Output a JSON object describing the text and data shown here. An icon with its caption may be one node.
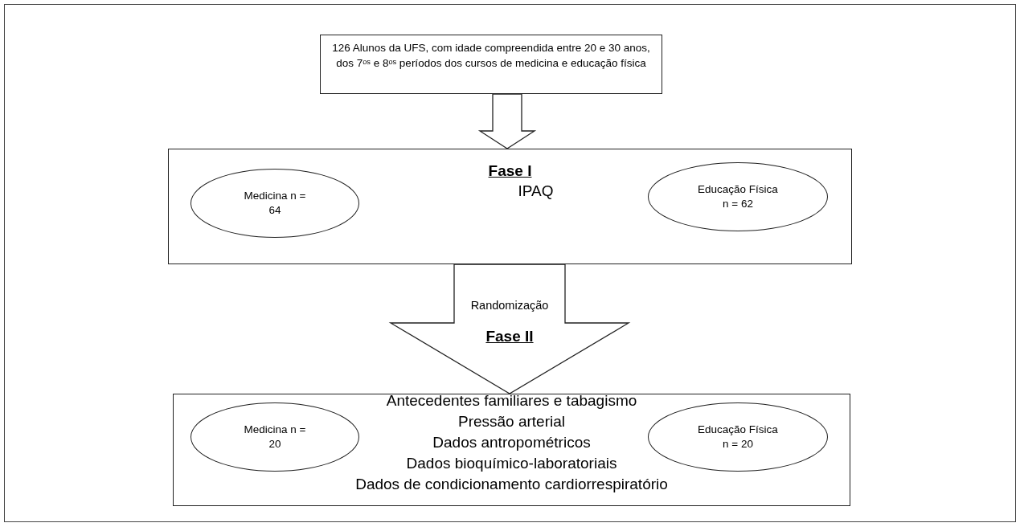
{
  "diagram": {
    "nodes": [
      {
        "text": [
          "126 Alunos da UFS, com idade compreendida entre 20 e 30 anos, dos 7ᵒˢ e 8ᵒˢ períodos dos cursos de medicina e educação física"
        ]
      },
      {
        "text": [
          "Fase I",
          "IPAQ"
        ]
      },
      {
        "text": [
          "Medicina n = 64"
        ],
        "in": 1
      },
      {
        "text": [
          "Educação Física n = 62"
        ],
        "in": 1
      },
      {
        "text": [
          "Antecedentes familiares e tabagismo",
          "Pressão arterial",
          "Dados antropométricos",
          "Dados bioquímico-laboratoriais",
          "Dados de condicionamento cardiorrespiratório"
        ]
      },
      {
        "text": [
          "Medicina n = 20"
        ],
        "in": 4
      },
      {
        "text": [
          "Educação Física n = 20"
        ],
        "in": 4
      }
    ],
    "edges": [
      {
        "from": 0,
        "to": 1,
        "arrow": "to",
        "style": "thick"
      },
      {
        "from": 1,
        "to": 4,
        "arrow": "to",
        "style": "thick",
        "label": "Randomização"
      }
    ],
    "labels": [
      "Fase II"
    ]
  }
}
